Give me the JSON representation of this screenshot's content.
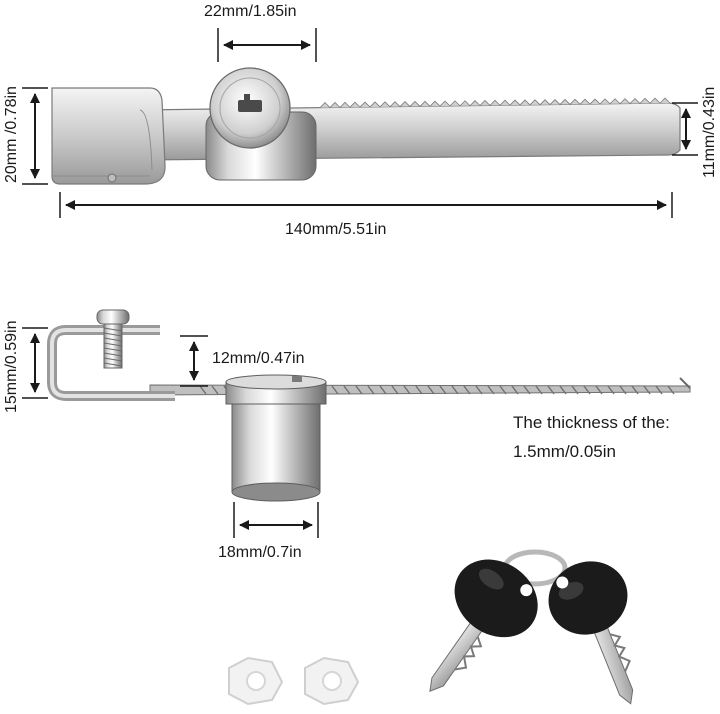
{
  "dimensions": {
    "lock_cylinder_width": "22mm/1.85in",
    "bar_height": "20mm /0.78in",
    "bar_end_height": "11mm/0.43in",
    "bar_length": "140mm/5.51in",
    "clamp_height": "15mm/0.59in",
    "clamp_inner_height": "12mm/0.47in",
    "cylinder_diameter": "18mm/0.7in"
  },
  "thickness_note": {
    "line1": "The thickness of the:",
    "line2": "1.5mm/0.05in"
  },
  "colors": {
    "metal_light": "#e6e6e6",
    "metal_mid": "#bdbdbd",
    "metal_dark": "#7d7d7d",
    "key_head": "#1b1b1b",
    "washer": "#f2f2f2"
  }
}
